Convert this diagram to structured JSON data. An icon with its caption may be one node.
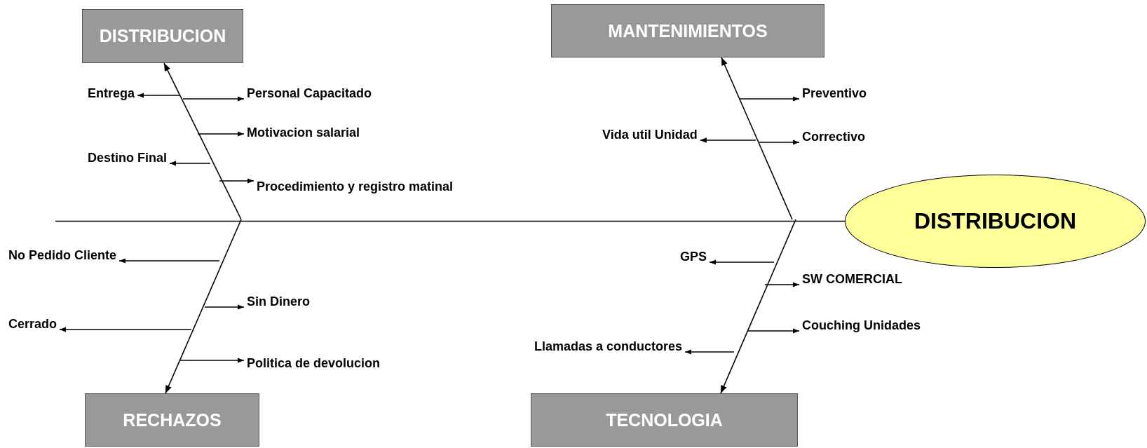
{
  "diagram": {
    "nodes": [
      {
        "text": [
          "DISTRIBUCION"
        ]
      },
      {
        "text": [
          "MANTENIMIENTOS"
        ]
      },
      {
        "text": [
          "RECHAZOS"
        ]
      },
      {
        "text": [
          "TECNOLOGIA"
        ]
      },
      {
        "text": [
          "DISTRIBUCION"
        ]
      },
      {
        "text": [
          "Entrega"
        ]
      },
      {
        "text": [
          "Personal Capacitado"
        ]
      },
      {
        "text": [
          "Motivacion salarial"
        ]
      },
      {
        "text": [
          "Destino Final"
        ]
      },
      {
        "text": [
          "Procedimiento y registro matinal"
        ]
      },
      {
        "text": [
          "Preventivo"
        ]
      },
      {
        "text": [
          "Vida util Unidad"
        ]
      },
      {
        "text": [
          "Correctivo"
        ]
      },
      {
        "text": [
          "No Pedido Cliente"
        ]
      },
      {
        "text": [
          "Sin Dinero"
        ]
      },
      {
        "text": [
          "Cerrado"
        ]
      },
      {
        "text": [
          "Politica de devolucion"
        ]
      },
      {
        "text": [
          "GPS"
        ]
      },
      {
        "text": [
          "SW COMERCIAL"
        ]
      },
      {
        "text": [
          "Couching Unidades"
        ]
      },
      {
        "text": [
          "Llamadas a conductores"
        ]
      }
    ],
    "edges": [
      {
        "from": null,
        "to": 4,
        "arrow": "none"
      },
      {
        "from": null,
        "to": 0,
        "arrow": "to"
      },
      {
        "from": null,
        "to": 1,
        "arrow": "to"
      },
      {
        "from": null,
        "to": 2,
        "arrow": "to"
      },
      {
        "from": null,
        "to": 3,
        "arrow": "to"
      },
      {
        "from": null,
        "to": 5,
        "arrow": "to"
      },
      {
        "from": null,
        "to": 6,
        "arrow": "to"
      },
      {
        "from": null,
        "to": 7,
        "arrow": "to"
      },
      {
        "from": null,
        "to": 8,
        "arrow": "to"
      },
      {
        "from": null,
        "to": 9,
        "arrow": "to"
      },
      {
        "from": null,
        "to": 10,
        "arrow": "to"
      },
      {
        "from": null,
        "to": 11,
        "arrow": "to"
      },
      {
        "from": null,
        "to": 12,
        "arrow": "to"
      },
      {
        "from": null,
        "to": 13,
        "arrow": "to"
      },
      {
        "from": null,
        "to": 14,
        "arrow": "to"
      },
      {
        "from": null,
        "to": 15,
        "arrow": "to"
      },
      {
        "from": null,
        "to": 16,
        "arrow": "to"
      },
      {
        "from": null,
        "to": 17,
        "arrow": "to"
      },
      {
        "from": null,
        "to": 18,
        "arrow": "to"
      },
      {
        "from": null,
        "to": 19,
        "arrow": "to"
      },
      {
        "from": null,
        "to": 20,
        "arrow": "to"
      }
    ]
  }
}
